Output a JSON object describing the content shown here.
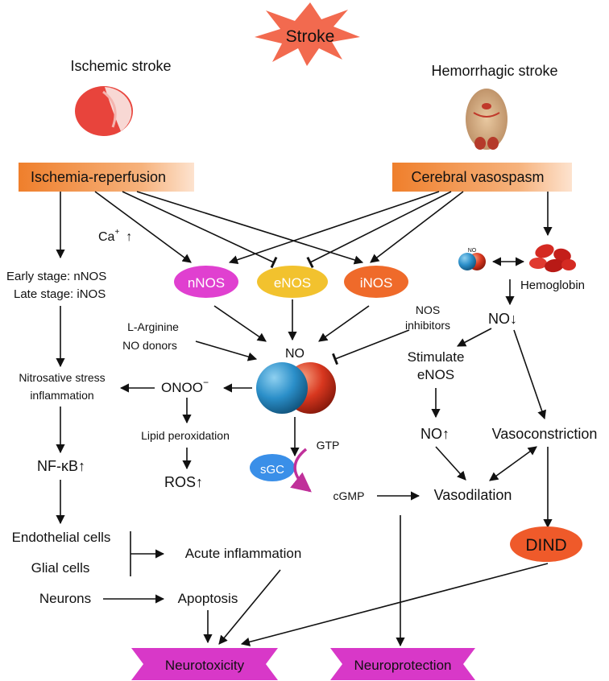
{
  "title": "Stroke",
  "left_header": "Ischemic stroke",
  "right_header": "Hemorrhagic stroke",
  "boxes": {
    "ischemia": "Ischemia-reperfusion",
    "vasospasm": "Cerebral vasospasm"
  },
  "enzymes": {
    "nnos": "nNOS",
    "enos": "eNOS",
    "inos": "iNOS"
  },
  "labels": {
    "ca": "Ca",
    "ca_sup": "+",
    "ca_arrow": "↑",
    "early": "Early stage: nNOS",
    "late": "Late  stage: iNOS",
    "larginine": "L-Arginine",
    "nodonors": "NO donors",
    "nos_inh_1": "NOS",
    "nos_inh_2": "inhibitors",
    "no": "NO",
    "no_small": "NO",
    "hemoglobin": "Hemoglobin",
    "no_down": "NO↓",
    "stim_1": "Stimulate",
    "stim_2": "eNOS",
    "nitro_1": "Nitrosative stress",
    "nitro_2": "inflammation",
    "onoo": "ONOO",
    "onoo_sup": "−",
    "lipid": "Lipid peroxidation",
    "ros": "ROS↑",
    "nfkb": "NF-κB↑",
    "sgc": "sGC",
    "gtp": "GTP",
    "cgmp": "cGMP",
    "no_up": "NO↑",
    "vasocon": "Vasoconstriction",
    "vasodil": "Vasodilation",
    "endo": "Endothelial cells",
    "glial": "Glial cells",
    "acute": "Acute inflammation",
    "neurons": "Neurons",
    "apoptosis": "Apoptosis",
    "dind": "DIND",
    "neurotox": "Neurotoxicity",
    "neuroprot": "Neuroprotection"
  },
  "colors": {
    "starburst": "#f26a4f",
    "box_orange": "#f08a3a",
    "nnos": "#e040d0",
    "enos": "#f2c22e",
    "inos": "#ef6a2a",
    "sgc": "#3a8fe8",
    "magenta_banner": "#d838c8",
    "dind": "#ef5a2a",
    "no_blue": "#2b8fc9",
    "no_red": "#d8371f",
    "arrow_purple": "#c0309a"
  }
}
